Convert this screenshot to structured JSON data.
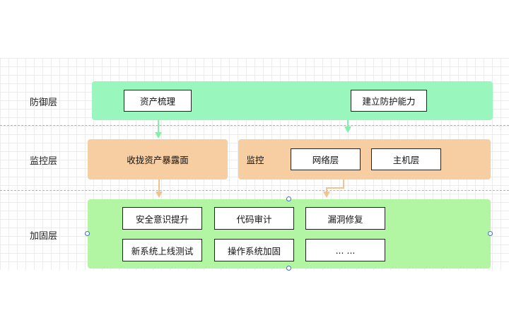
{
  "layers": {
    "defense": "防御层",
    "monitor": "监控层",
    "hardening": "加固层"
  },
  "defense_panel": {
    "asset_sorting": "资产梳理",
    "build_protection": "建立防护能力"
  },
  "monitor_panel": {
    "converge_exposure": "收拢资产暴露面",
    "monitor_label": "监控",
    "network_layer": "网络层",
    "host_layer": "主机层"
  },
  "hardening_panel": {
    "security_awareness": "安全意识提升",
    "code_audit": "代码审计",
    "vuln_fix": "漏洞修复",
    "new_system_test": "新系统上线测试",
    "os_hardening": "操作系统加固",
    "more": "... ..."
  },
  "colors": {
    "defense_panel": "#99f7be",
    "monitor_panel": "#f7cda2",
    "hardening_panel": "#b2f5a3",
    "arrow_green": "#7ff2a8",
    "arrow_orange": "#f2c38f",
    "handle": "#3a6fd8"
  }
}
